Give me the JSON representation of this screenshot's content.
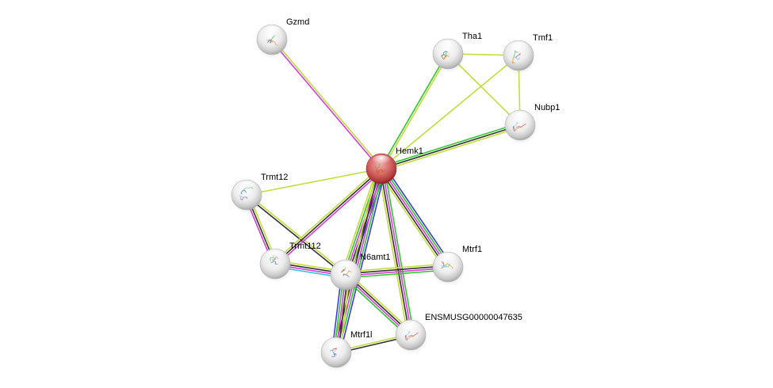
{
  "title": "STRING protein interaction network",
  "center_node": "Hemk1",
  "edge_colors": {
    "textmining": "#c4dc3c",
    "coexpression": "#333333",
    "experiments": "#d93cd9",
    "databases": "#3cc3dc",
    "neighborhood": "#2cc82c",
    "fusion": "#3c3cdc",
    "homology": "#2d2d8c"
  },
  "node_colors": {
    "query": "#d95a5a",
    "default": "#e6e6e6"
  },
  "nodes": [
    {
      "id": "Gzmd",
      "label": "Gzmd",
      "query": false
    },
    {
      "id": "Tha1",
      "label": "Tha1",
      "query": false
    },
    {
      "id": "Tmf1",
      "label": "Tmf1",
      "query": false
    },
    {
      "id": "Nubp1",
      "label": "Nubp1",
      "query": false
    },
    {
      "id": "Hemk1",
      "label": "Hemk1",
      "query": true
    },
    {
      "id": "Trmt12",
      "label": "Trmt12",
      "query": false
    },
    {
      "id": "Trmt112",
      "label": "Trmt112",
      "query": false
    },
    {
      "id": "N6amt1",
      "label": "N6amt1",
      "query": false
    },
    {
      "id": "Mtrf1",
      "label": "Mtrf1",
      "query": false
    },
    {
      "id": "ENSMUSG00000047635",
      "label": "ENSMUSG00000047635",
      "query": false
    },
    {
      "id": "Mtrf1l",
      "label": "Mtrf1l",
      "query": false
    }
  ],
  "edges": [
    {
      "source": "Gzmd",
      "target": "Hemk1",
      "evidence": [
        "textmining",
        "experiments"
      ]
    },
    {
      "source": "Tha1",
      "target": "Hemk1",
      "evidence": [
        "textmining",
        "neighborhood"
      ]
    },
    {
      "source": "Tha1",
      "target": "Tmf1",
      "evidence": [
        "textmining"
      ]
    },
    {
      "source": "Tha1",
      "target": "Nubp1",
      "evidence": [
        "textmining"
      ]
    },
    {
      "source": "Tmf1",
      "target": "Nubp1",
      "evidence": [
        "textmining"
      ]
    },
    {
      "source": "Tmf1",
      "target": "Hemk1",
      "evidence": [
        "textmining"
      ]
    },
    {
      "source": "Nubp1",
      "target": "Hemk1",
      "evidence": [
        "textmining",
        "coexpression",
        "neighborhood"
      ]
    },
    {
      "source": "Trmt12",
      "target": "Hemk1",
      "evidence": [
        "textmining"
      ]
    },
    {
      "source": "Trmt12",
      "target": "Trmt112",
      "evidence": [
        "textmining",
        "coexpression",
        "experiments"
      ]
    },
    {
      "source": "Trmt12",
      "target": "N6amt1",
      "evidence": [
        "textmining",
        "coexpression"
      ]
    },
    {
      "source": "Trmt112",
      "target": "Hemk1",
      "evidence": [
        "textmining",
        "coexpression",
        "experiments"
      ]
    },
    {
      "source": "Trmt112",
      "target": "N6amt1",
      "evidence": [
        "textmining",
        "coexpression",
        "experiments",
        "databases"
      ]
    },
    {
      "source": "N6amt1",
      "target": "Hemk1",
      "evidence": [
        "textmining",
        "neighborhood",
        "experiments",
        "coexpression",
        "fusion"
      ]
    },
    {
      "source": "Mtrf1",
      "target": "Hemk1",
      "evidence": [
        "textmining",
        "coexpression",
        "experiments",
        "neighborhood",
        "fusion"
      ]
    },
    {
      "source": "ENSMUSG00000047635",
      "target": "Hemk1",
      "evidence": [
        "textmining",
        "coexpression",
        "experiments",
        "neighborhood"
      ]
    },
    {
      "source": "Mtrf1l",
      "target": "Hemk1",
      "evidence": [
        "textmining",
        "coexpression",
        "experiments",
        "neighborhood",
        "fusion"
      ]
    },
    {
      "source": "N6amt1",
      "target": "Mtrf1",
      "evidence": [
        "textmining",
        "coexpression",
        "experiments",
        "neighborhood"
      ]
    },
    {
      "source": "N6amt1",
      "target": "Mtrf1l",
      "evidence": [
        "textmining",
        "coexpression",
        "experiments",
        "neighborhood",
        "fusion"
      ]
    },
    {
      "source": "N6amt1",
      "target": "ENSMUSG00000047635",
      "evidence": [
        "textmining",
        "coexpression",
        "experiments",
        "neighborhood"
      ]
    },
    {
      "source": "Mtrf1l",
      "target": "ENSMUSG00000047635",
      "evidence": [
        "textmining",
        "coexpression"
      ]
    }
  ]
}
